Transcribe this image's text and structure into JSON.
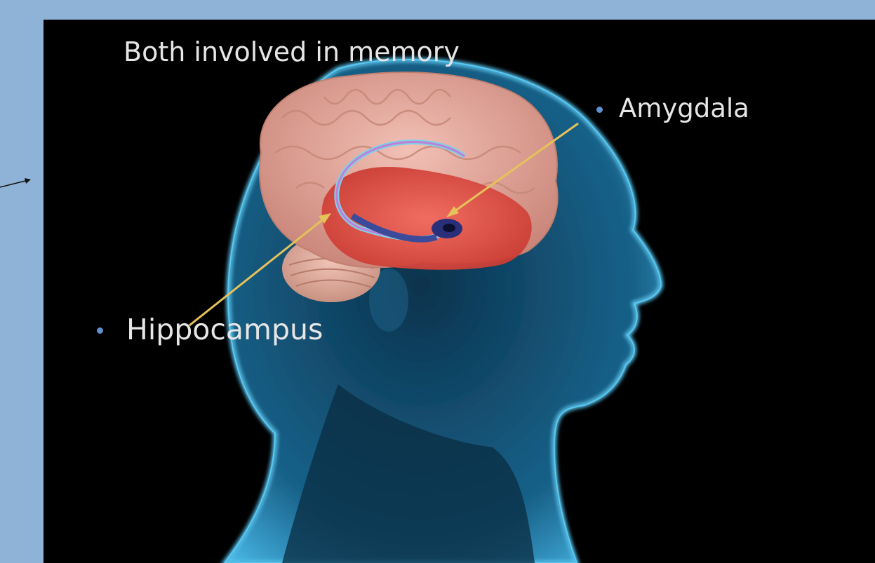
{
  "slide": {
    "title": "Both involved in memory",
    "labels": [
      {
        "text": "Amygdala"
      },
      {
        "text": "Hippocampus"
      }
    ]
  },
  "colors": {
    "page_background": "#8fb3d6",
    "slide_background": "#000000",
    "head_silhouette": "#3aa7d6",
    "brain": "#e8a79a",
    "limbic_region": "#e0453c",
    "arrow": "#e6c25a",
    "bullet": "#5f8fd0",
    "text": "#e6e6e6"
  }
}
